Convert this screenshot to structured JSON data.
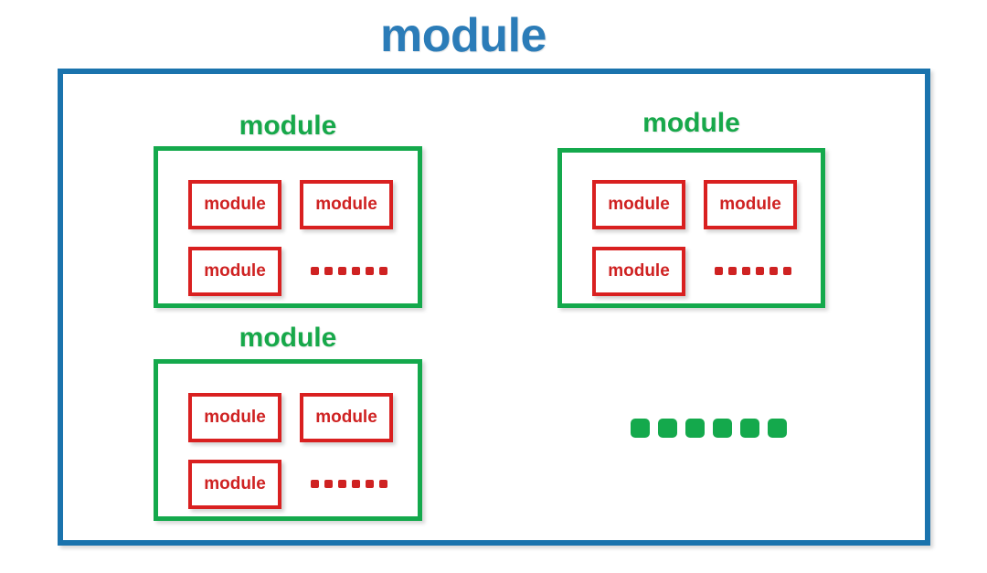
{
  "diagram": {
    "type": "nested-boxes",
    "root": {
      "label": "module",
      "color": "#2b7cb8",
      "border_color": "#1a73ad"
    },
    "group_color": "#17a84a",
    "group_border_color": "#14a94c",
    "leaf_color": "#cf2222",
    "leaf_border_color": "#d92020",
    "groups": [
      {
        "title": "module",
        "leaves": [
          "module",
          "module",
          "module"
        ],
        "ellipsis": "......"
      },
      {
        "title": "module",
        "leaves": [
          "module",
          "module",
          "module"
        ],
        "ellipsis": "......"
      },
      {
        "title": "module",
        "leaves": [
          "module",
          "module",
          "module"
        ],
        "ellipsis": "......"
      }
    ],
    "group_ellipsis": "••••••"
  }
}
